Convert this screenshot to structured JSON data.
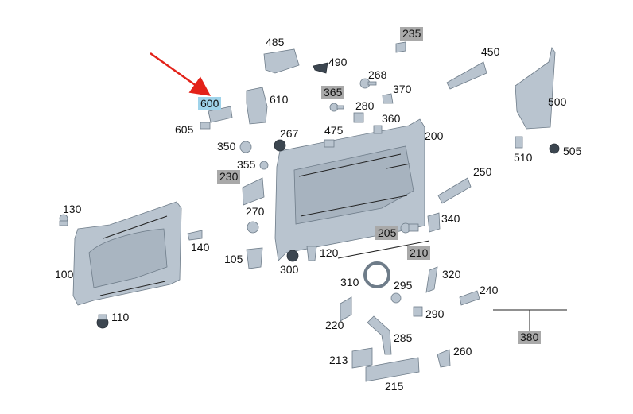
{
  "labels": [
    {
      "id": "100",
      "text": "100",
      "style": "plain"
    },
    {
      "id": "105",
      "text": "105",
      "style": "plain"
    },
    {
      "id": "110",
      "text": "110",
      "style": "plain"
    },
    {
      "id": "120",
      "text": "120",
      "style": "plain"
    },
    {
      "id": "130",
      "text": "130",
      "style": "plain"
    },
    {
      "id": "140",
      "text": "140",
      "style": "plain"
    },
    {
      "id": "200",
      "text": "200",
      "style": "plain"
    },
    {
      "id": "205",
      "text": "205",
      "style": "gray"
    },
    {
      "id": "210",
      "text": "210",
      "style": "gray"
    },
    {
      "id": "213",
      "text": "213",
      "style": "plain"
    },
    {
      "id": "215",
      "text": "215",
      "style": "plain"
    },
    {
      "id": "220",
      "text": "220",
      "style": "plain"
    },
    {
      "id": "230",
      "text": "230",
      "style": "gray"
    },
    {
      "id": "235",
      "text": "235",
      "style": "gray"
    },
    {
      "id": "240",
      "text": "240",
      "style": "plain"
    },
    {
      "id": "250",
      "text": "250",
      "style": "plain"
    },
    {
      "id": "260",
      "text": "260",
      "style": "plain"
    },
    {
      "id": "267",
      "text": "267",
      "style": "plain"
    },
    {
      "id": "268",
      "text": "268",
      "style": "plain"
    },
    {
      "id": "270",
      "text": "270",
      "style": "plain"
    },
    {
      "id": "280",
      "text": "280",
      "style": "plain"
    },
    {
      "id": "285",
      "text": "285",
      "style": "plain"
    },
    {
      "id": "290",
      "text": "290",
      "style": "plain"
    },
    {
      "id": "295",
      "text": "295",
      "style": "plain"
    },
    {
      "id": "300",
      "text": "300",
      "style": "plain"
    },
    {
      "id": "310",
      "text": "310",
      "style": "plain"
    },
    {
      "id": "320",
      "text": "320",
      "style": "plain"
    },
    {
      "id": "340",
      "text": "340",
      "style": "plain"
    },
    {
      "id": "350",
      "text": "350",
      "style": "plain"
    },
    {
      "id": "355",
      "text": "355",
      "style": "plain"
    },
    {
      "id": "360",
      "text": "360",
      "style": "plain"
    },
    {
      "id": "365",
      "text": "365",
      "style": "gray"
    },
    {
      "id": "370",
      "text": "370",
      "style": "plain"
    },
    {
      "id": "380",
      "text": "380",
      "style": "gray"
    },
    {
      "id": "450",
      "text": "450",
      "style": "plain"
    },
    {
      "id": "475",
      "text": "475",
      "style": "plain"
    },
    {
      "id": "485",
      "text": "485",
      "style": "plain"
    },
    {
      "id": "490",
      "text": "490",
      "style": "plain"
    },
    {
      "id": "500",
      "text": "500",
      "style": "plain"
    },
    {
      "id": "505",
      "text": "505",
      "style": "plain"
    },
    {
      "id": "510",
      "text": "510",
      "style": "plain"
    },
    {
      "id": "600",
      "text": "600",
      "style": "highlight"
    },
    {
      "id": "605",
      "text": "605",
      "style": "plain"
    },
    {
      "id": "610",
      "text": "610",
      "style": "plain"
    }
  ],
  "colors": {
    "gray_label_bg": "#a9a9a9",
    "highlight_label_bg": "#9fd3ea",
    "pointer_arrow": "#e32219",
    "part_fill": "#b9c4cf",
    "part_stroke": "#6e7c89"
  },
  "pointer": {
    "target": "600",
    "icon": "red-arrow-icon"
  }
}
